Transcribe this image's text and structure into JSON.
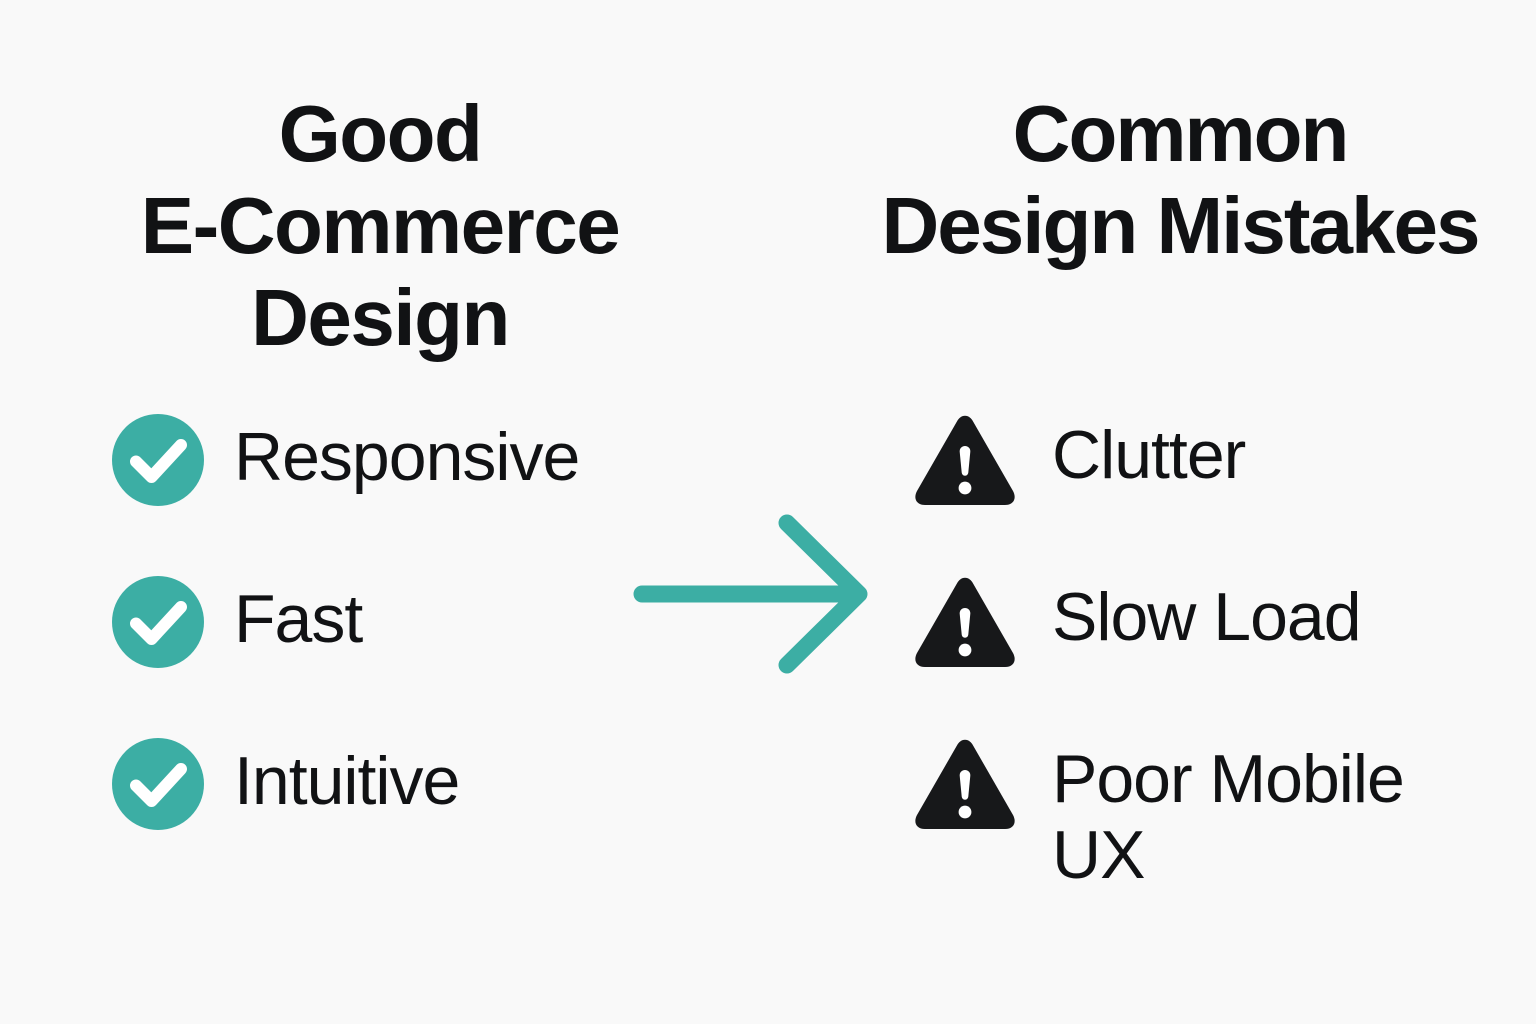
{
  "background_color": "#f9f9f9",
  "accent_color": "#3caea4",
  "text_color": "#111214",
  "warning_color": "#17181a",
  "left_column": {
    "heading": "Good\nE-Commerce\nDesign",
    "icon_name": "check-circle-icon",
    "items": [
      {
        "label": "Responsive"
      },
      {
        "label": "Fast"
      },
      {
        "label": "Intuitive"
      }
    ]
  },
  "right_column": {
    "heading": "Common\nDesign Mistakes",
    "icon_name": "warning-triangle-icon",
    "items": [
      {
        "label": "Clutter"
      },
      {
        "label": "Slow Load"
      },
      {
        "label": "Poor Mobile\nUX"
      }
    ]
  },
  "connector": {
    "icon_name": "arrow-right-icon",
    "color": "#3caea4"
  }
}
